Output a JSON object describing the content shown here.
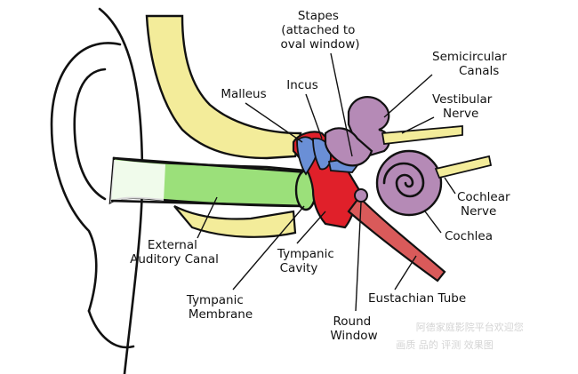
{
  "diagram": {
    "colors": {
      "outline": "#111111",
      "bone": "#f3ec9a",
      "canal": "#9be07a",
      "tympanic_cavity": "#e0202a",
      "ossicles": "#6a8fd6",
      "inner_ear": "#b58ab6",
      "eustachian_tube": "#d95a5a",
      "nerve": "#f3ec9a"
    },
    "labels": {
      "stapes": [
        "Stapes",
        "(attached to",
        "oval window)"
      ],
      "incus": [
        "Incus"
      ],
      "malleus": [
        "Malleus"
      ],
      "semicircular_canals": [
        "Semicircular",
        "Canals"
      ],
      "vestibular_nerve": [
        "Vestibular",
        "Nerve"
      ],
      "cochlear_nerve": [
        "Cochlear",
        "Nerve"
      ],
      "cochlea": [
        "Cochlea"
      ],
      "external_auditory_canal": [
        "External",
        "Auditory Canal"
      ],
      "tympanic_cavity": [
        "Tympanic",
        "Cavity"
      ],
      "tympanic_membrane": [
        "Tympanic",
        "Membrane"
      ],
      "eustachian_tube": [
        "Eustachian Tube"
      ],
      "round_window": [
        "Round",
        "Window"
      ]
    },
    "watermark": [
      "阿德家庭影院平台欢迎您",
      "画质 品的 评测 效果图"
    ]
  }
}
